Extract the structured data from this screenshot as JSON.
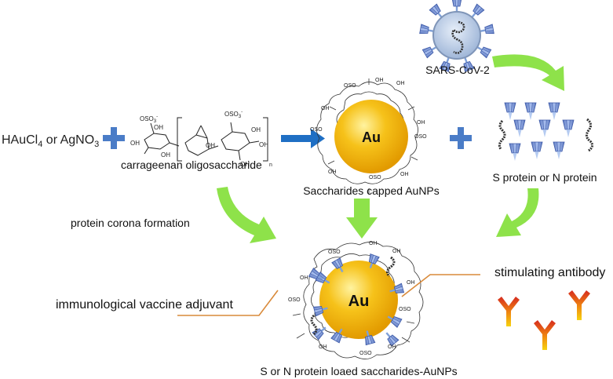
{
  "reactant": {
    "part1": "HAuCl",
    "sub1": "4",
    "part2": " or AgNO",
    "sub2": "3"
  },
  "ligand_label": "carrageenan oligosaccharide",
  "nanoparticle": {
    "core_text": "Au",
    "caption": "Saccharides capped AuNPs"
  },
  "virus_label": "SARS-CoV-2",
  "protein_label": "S protein or N protein",
  "process_label": "protein corona formation",
  "product": {
    "core_text": "Au",
    "caption": "S or N protein loaed saccharides-AuNPs"
  },
  "left_note": "immunological vaccine adjuvant",
  "right_note": "stimulating antibody",
  "chem_groups": {
    "sulfate": "OSO",
    "sulfate_sub": "3",
    "sulfate_sup": "-",
    "hydroxyl": "OH",
    "repeat_n": "n"
  },
  "colors": {
    "gold_core": "#f4b400",
    "green_arrow": "#8ee24a",
    "blue_arrow": "#1f6fc4",
    "plus": "#4a7cc7",
    "virus_body": "#c7d7ec",
    "spike": "#7e9ad6",
    "antibody_top": "#d62a1f",
    "antibody_base": "#f6d20f",
    "leader_line": "#d98a3a"
  }
}
